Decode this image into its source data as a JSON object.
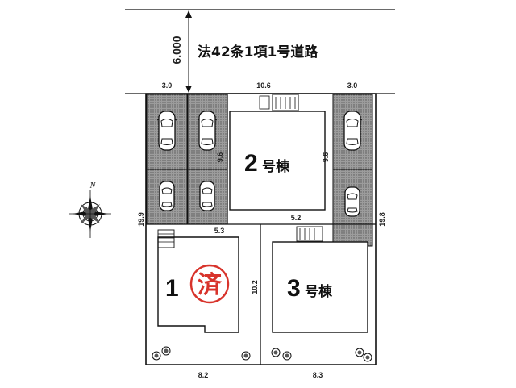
{
  "road": {
    "label": "法42条1項1号道路",
    "width": "6.000"
  },
  "dimensions": {
    "left_top": "3.0",
    "middle_top": "10.6",
    "right_top": "3.0",
    "lot2_left": "9.6",
    "lot2_right": "9.6",
    "lot2_bottom": "5.2",
    "lot1_top": "5.3",
    "left_side": "19.9",
    "right_side": "19.8",
    "divider": "10.2",
    "bottom_left": "8.2",
    "bottom_right": "8.3"
  },
  "buildings": [
    {
      "number": "1",
      "suffix": ""
    },
    {
      "number": "2",
      "suffix": "号棟"
    },
    {
      "number": "3",
      "suffix": "号棟"
    }
  ],
  "stamp": {
    "text": "済",
    "color": "#d8332b"
  },
  "compass": {
    "label": "N"
  },
  "colors": {
    "line": "#111111",
    "parking": "#8a8a8a",
    "background": "#ffffff"
  }
}
